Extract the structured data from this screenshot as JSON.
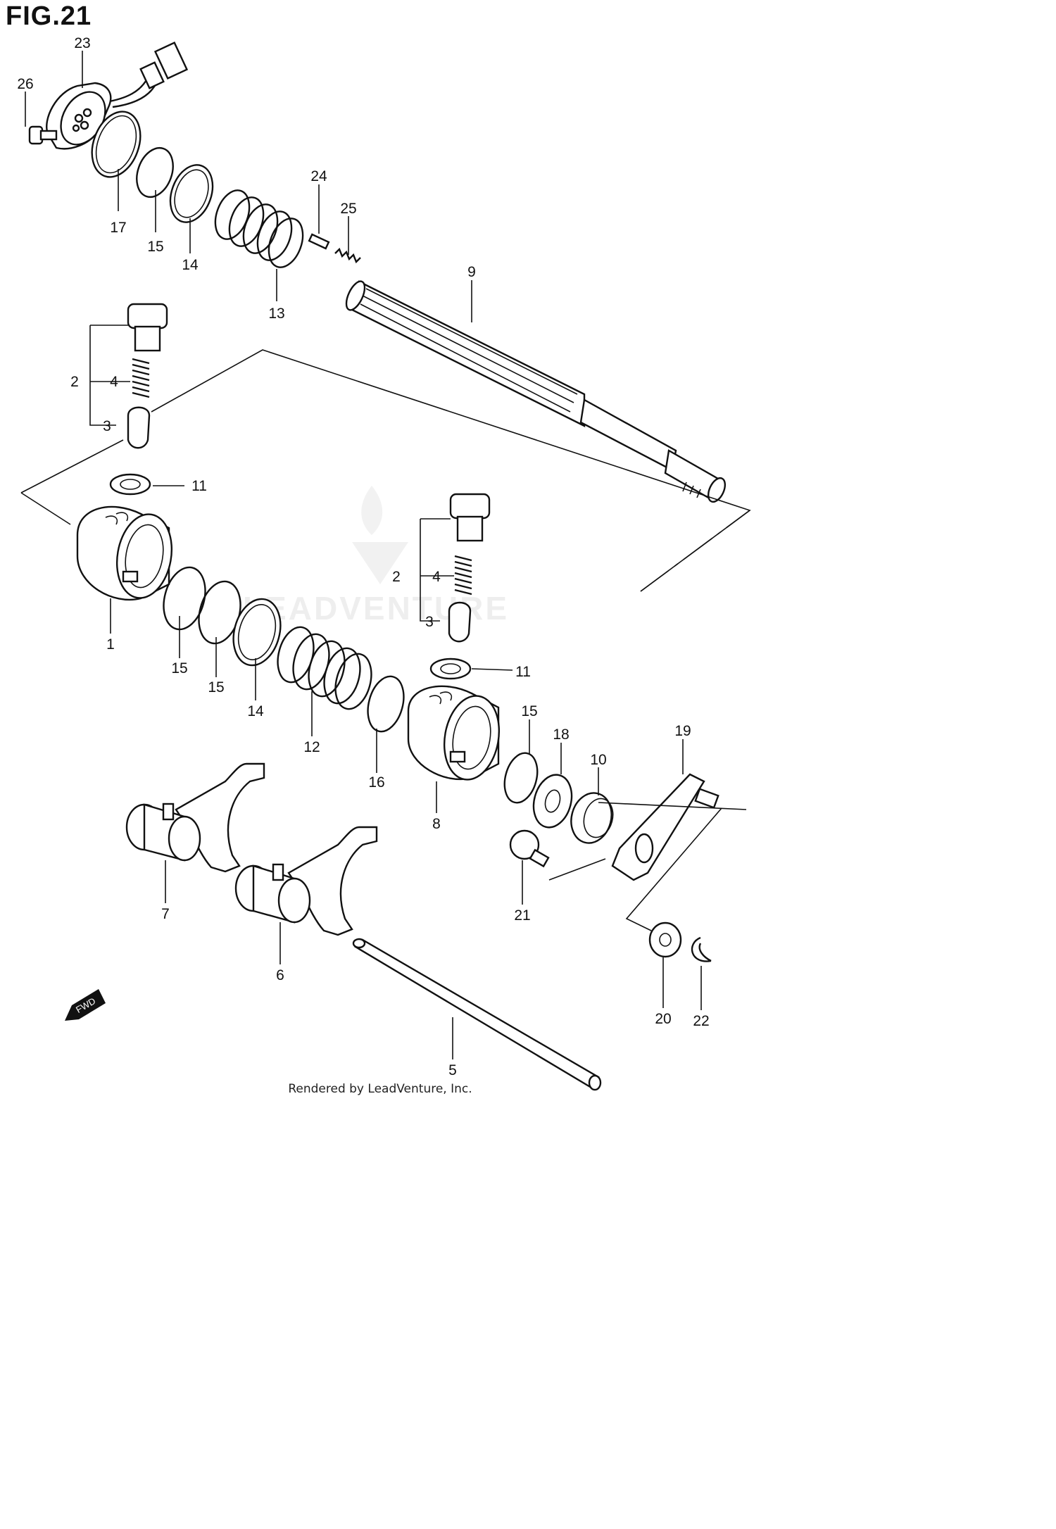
{
  "figure": {
    "title": "FIG.21",
    "footer": "Rendered by LeadVenture, Inc.",
    "watermark": "LEADVENTURE",
    "fwd_badge": "FWD"
  },
  "callouts": [
    {
      "id": "c26",
      "label": "26"
    },
    {
      "id": "c23",
      "label": "23"
    },
    {
      "id": "c17",
      "label": "17"
    },
    {
      "id": "c15a",
      "label": "15"
    },
    {
      "id": "c14a",
      "label": "14"
    },
    {
      "id": "c13",
      "label": "13"
    },
    {
      "id": "c24",
      "label": "24"
    },
    {
      "id": "c25",
      "label": "25"
    },
    {
      "id": "c9",
      "label": "9"
    },
    {
      "id": "c2a",
      "label": "2"
    },
    {
      "id": "c4a",
      "label": "4"
    },
    {
      "id": "c3a",
      "label": "3"
    },
    {
      "id": "c11a",
      "label": "11"
    },
    {
      "id": "c1",
      "label": "1"
    },
    {
      "id": "c15b",
      "label": "15"
    },
    {
      "id": "c15c",
      "label": "15"
    },
    {
      "id": "c14b",
      "label": "14"
    },
    {
      "id": "c12",
      "label": "12"
    },
    {
      "id": "c16",
      "label": "16"
    },
    {
      "id": "c2b",
      "label": "2"
    },
    {
      "id": "c4b",
      "label": "4"
    },
    {
      "id": "c3b",
      "label": "3"
    },
    {
      "id": "c11b",
      "label": "11"
    },
    {
      "id": "c8",
      "label": "8"
    },
    {
      "id": "c15d",
      "label": "15"
    },
    {
      "id": "c18",
      "label": "18"
    },
    {
      "id": "c10",
      "label": "10"
    },
    {
      "id": "c19",
      "label": "19"
    },
    {
      "id": "c7",
      "label": "7"
    },
    {
      "id": "c6",
      "label": "6"
    },
    {
      "id": "c21",
      "label": "21"
    },
    {
      "id": "c20",
      "label": "20"
    },
    {
      "id": "c22",
      "label": "22"
    },
    {
      "id": "c5",
      "label": "5"
    }
  ],
  "colors": {
    "ink": "#111111",
    "watermark": "#d9d9d9",
    "paper": "#ffffff"
  }
}
